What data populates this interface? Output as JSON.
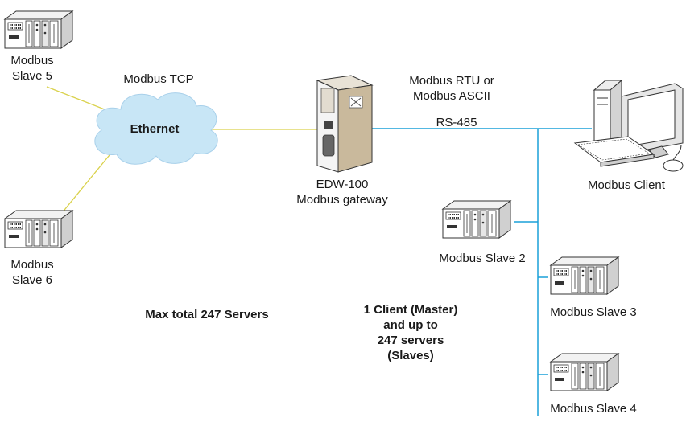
{
  "labels": {
    "slave5": [
      "Modbus",
      "Slave 5"
    ],
    "slave6": [
      "Modbus",
      "Slave 6"
    ],
    "modbus_tcp": "Modbus TCP",
    "ethernet": "Ethernet",
    "rtu_ascii": [
      "Modbus RTU or",
      "Modbus ASCII"
    ],
    "rs485": "RS-485",
    "gateway": [
      "EDW-100",
      "Modbus gateway"
    ],
    "client": "Modbus Client",
    "slave2": "Modbus Slave 2",
    "slave3": "Modbus Slave 3",
    "slave4": "Modbus Slave 4",
    "max_total": "Max total 247 Servers",
    "client_master": [
      "1 Client (Master)",
      "and up to",
      "247 servers",
      "(Slaves)"
    ]
  },
  "colors": {
    "ethernet_line": "#d9d14a",
    "rs485_line": "#1aa0d8",
    "cloud": "#c8e6f6"
  }
}
